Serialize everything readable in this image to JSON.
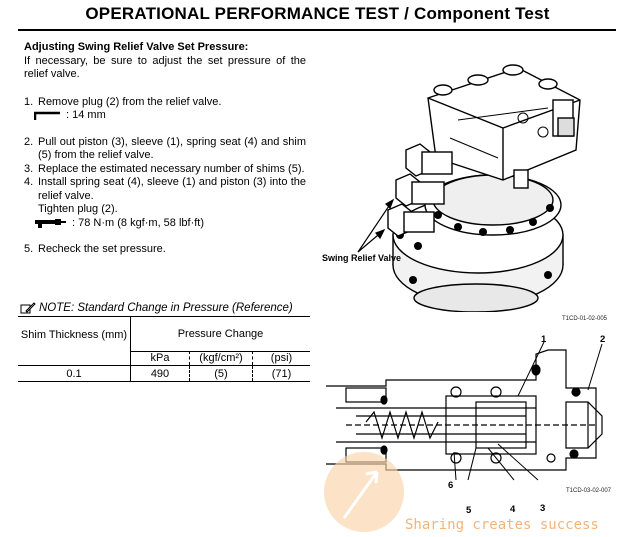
{
  "title": "OPERATIONAL PERFORMANCE TEST / Component Test",
  "heading": "Adjusting Swing Relief Valve Set Pressure:",
  "intro": "If necessary, be sure to adjust the set pressure of the relief valve.",
  "steps": [
    {
      "n": "1.",
      "text": "Remove plug (2) from the relief valve.",
      "tool": ": 14 mm"
    },
    {
      "n": "2.",
      "text": "Pull out piston (3), sleeve (1), spring seat (4) and shim (5) from the relief valve."
    },
    {
      "n": "3.",
      "text": "Replace the estimated necessary number of shims (5)."
    },
    {
      "n": "4.",
      "text": "Install spring seat (4), sleeve (1) and piston (3) into the relief valve.",
      "sub": "Tighten plug (2).",
      "tool": ": 78 N·m (8 kgf·m, 58 lbf·ft)"
    },
    {
      "n": "5.",
      "text": "Recheck the set pressure."
    }
  ],
  "note": "NOTE:  Standard Change in Pressure (Reference)",
  "table": {
    "col1": "Shim Thickness (mm)",
    "col2": "Pressure Change",
    "units": [
      "kPa",
      "(kgf/cm²)",
      "(psi)"
    ],
    "row": [
      "0.1",
      "490",
      "(5)",
      "(71)"
    ]
  },
  "figure1": {
    "label": "Swing Relief Valve",
    "caption": "T1CD-01-02-005"
  },
  "figure2": {
    "callouts": [
      "1",
      "2",
      "3",
      "4",
      "5",
      "6"
    ],
    "caption": "T1CD-03-02-007"
  },
  "watermark": "Sharing creates success",
  "colors": {
    "watermark": "#f3b47a"
  }
}
